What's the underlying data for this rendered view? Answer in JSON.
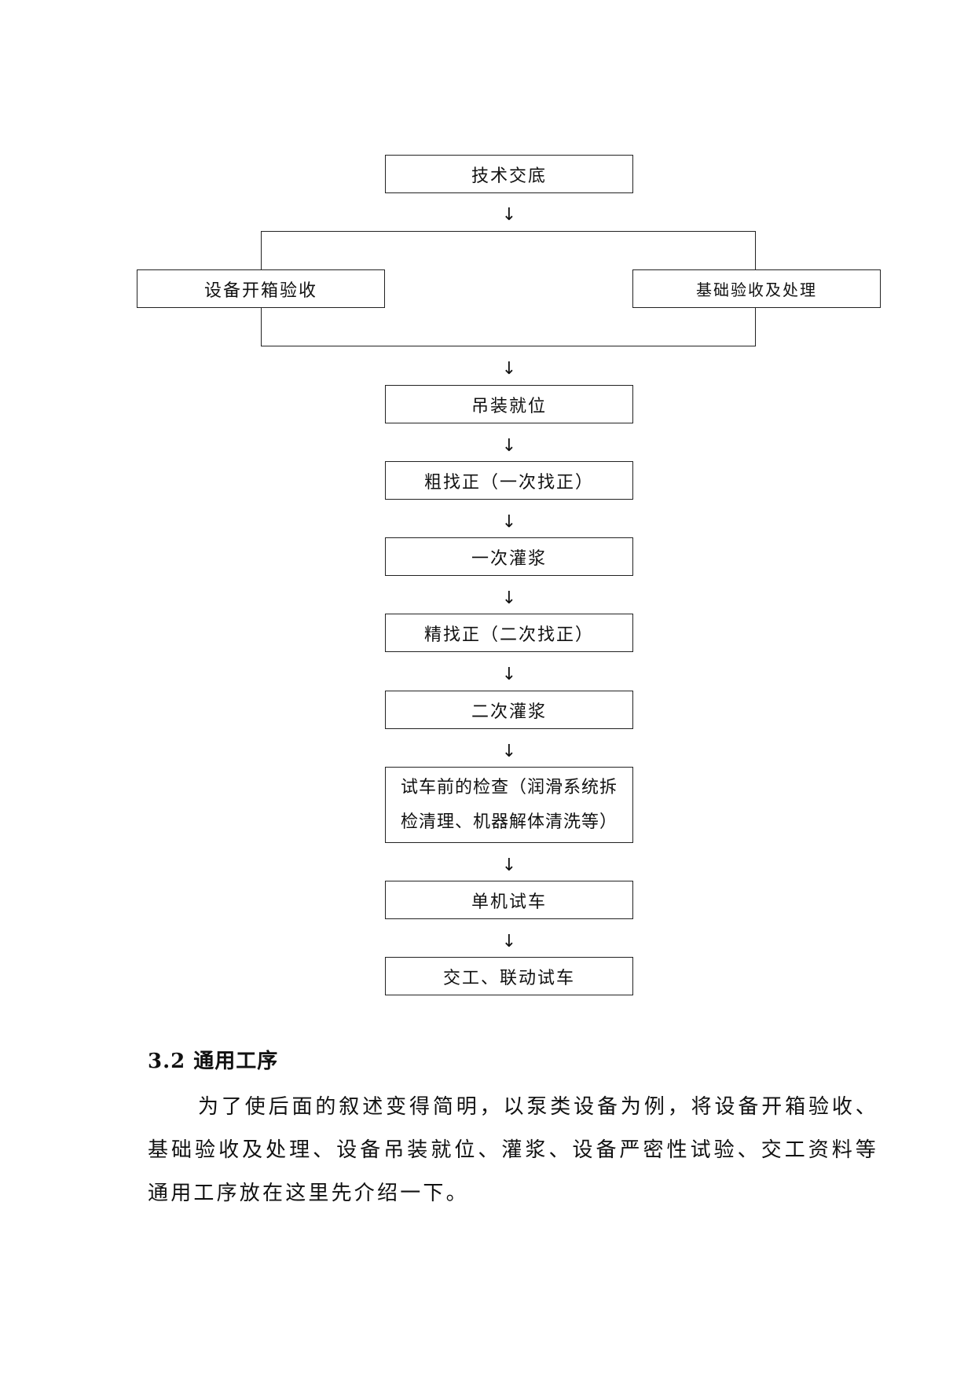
{
  "flowchart": {
    "steps": {
      "tech_briefing": "技术交底",
      "unpacking": "设备开箱验收",
      "foundation": "基础验收及处理",
      "lifting": "吊装就位",
      "rough_align": "粗找正（一次找正）",
      "first_grout": "一次灌浆",
      "fine_align": "精找正（二次找正）",
      "second_grout": "二次灌浆",
      "precheck_line1": "试车前的检查（润滑系统拆",
      "precheck_line2": "检清理、机器解体清洗等）",
      "single_test": "单机试车",
      "handover": "交工、联动试车"
    },
    "arrow": "↓"
  },
  "section": {
    "heading": "3.2 通用工序",
    "paragraph": "为了使后面的叙述变得简明，以泵类设备为例，将设备开箱验收、基础验收及处理、设备吊装就位、灌浆、设备严密性试验、交工资料等通用工序放在这里先介绍一下。"
  }
}
